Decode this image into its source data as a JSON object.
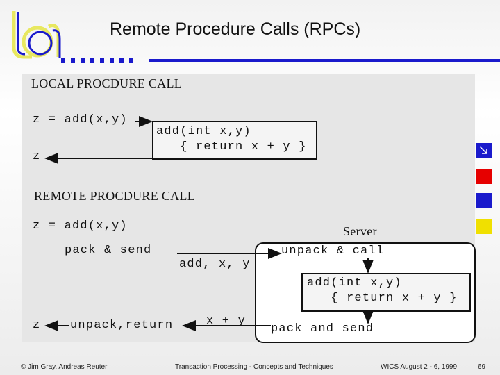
{
  "slide": {
    "title": "Remote Procedure Calls (RPCs)",
    "page_number": "69"
  },
  "local": {
    "heading": "LOCAL PROCDURE CALL",
    "call": "z = add(x,y)",
    "result": "z",
    "body_line1": "add(int x,y)",
    "body_line2": "   { return x + y }"
  },
  "remote": {
    "heading": "REMOTE PROCDURE CALL",
    "call": "z = add(x,y)",
    "pack_send": "pack & send",
    "message": "add, x, y",
    "server_label": "Server",
    "unpack_call": "unpack & call",
    "body_line1": "add(int x,y)",
    "body_line2": "   { return x + y }",
    "result": "z",
    "unpack_return": "unpack,return",
    "reply": "x + y",
    "pack_and_send": "pack and send"
  },
  "footer": {
    "authors": "© Jim Gray, Andreas Reuter",
    "course": "Transaction Processing - Concepts and Techniques",
    "event": "WICS August 2 - 6, 1999"
  },
  "side_chips": [
    {
      "name": "arrow-chip-icon",
      "color": "#1a1acc"
    },
    {
      "name": "red-chip",
      "color": "#e60000"
    },
    {
      "name": "blue-chip",
      "color": "#1a1acc"
    },
    {
      "name": "yellow-chip",
      "color": "#f0e000"
    }
  ]
}
